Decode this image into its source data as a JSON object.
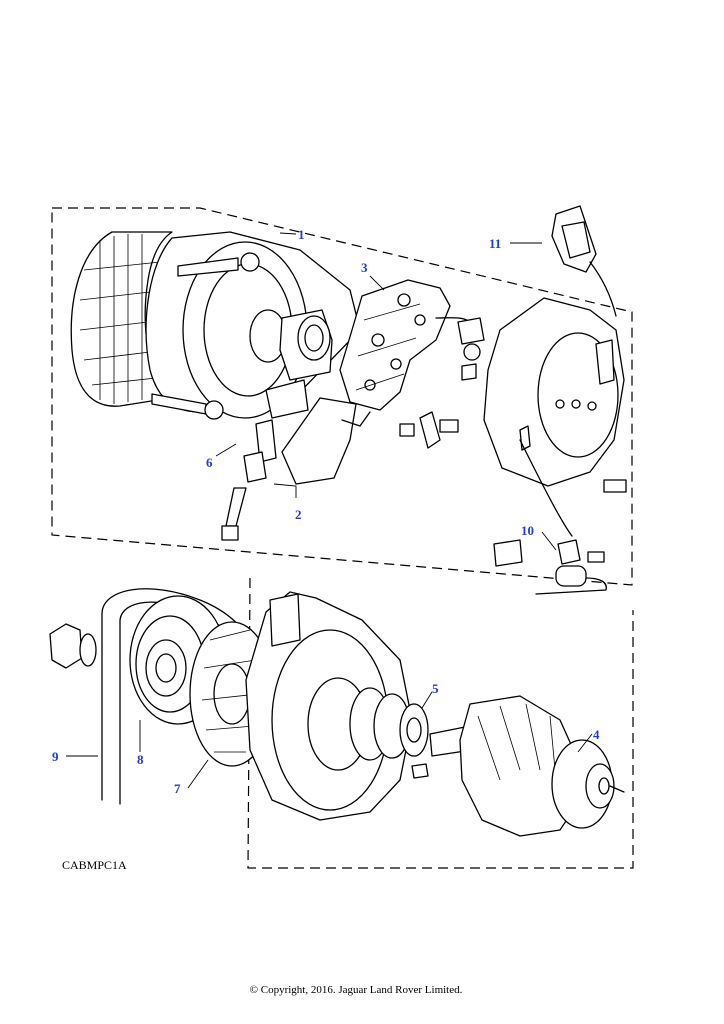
{
  "diagram": {
    "callouts": [
      "1",
      "2",
      "3",
      "4",
      "5",
      "6",
      "7",
      "8",
      "9",
      "10",
      "11"
    ],
    "reference_code": "CABMPC1A",
    "copyright": "© Copyright, 2016. Jaguar Land Rover Limited."
  }
}
